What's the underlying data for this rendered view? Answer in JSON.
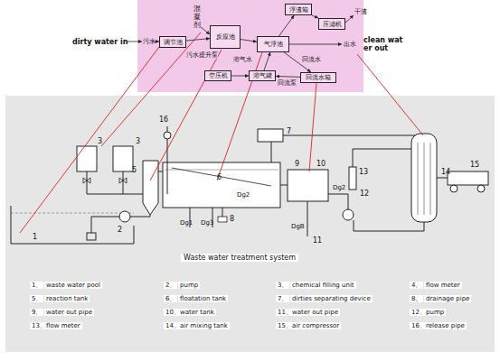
{
  "diagram": {
    "title": "Waste water treatment system",
    "nodes": [
      {
        "text": [
          "调节池"
        ]
      },
      {
        "text": [
          "反应池"
        ]
      },
      {
        "text": [
          "气浮池"
        ]
      },
      {
        "text": [
          "浮渣箱"
        ]
      },
      {
        "text": [
          "压滤机"
        ]
      },
      {
        "text": [
          "溶气罐"
        ]
      },
      {
        "text": [
          "空压机"
        ]
      },
      {
        "text": [
          "回流水箱"
        ]
      }
    ],
    "edges": [
      {
        "from": 0,
        "to": 1,
        "arrow": "to",
        "label": "污水提升泵"
      },
      {
        "from": 1,
        "to": 2,
        "arrow": "to"
      },
      {
        "from": 2,
        "to": 3,
        "arrow": "to"
      },
      {
        "from": 3,
        "to": 4,
        "arrow": "to"
      },
      {
        "from": 6,
        "to": 5,
        "arrow": "to"
      },
      {
        "from": 5,
        "to": 2,
        "arrow": "to",
        "label": "溶气水"
      },
      {
        "from": 2,
        "to": 7,
        "arrow": "to",
        "label": "回流水"
      },
      {
        "from": 7,
        "to": 5,
        "arrow": "to",
        "label": "回流泵"
      }
    ],
    "labels": [
      "dirty water in",
      "污水",
      "混凝剂",
      "干渣",
      "出水",
      "clean water out",
      "16",
      "3",
      "3",
      "5",
      "6",
      "7",
      "1",
      "2",
      "Dg1",
      "Dg3",
      "8",
      "Dg2",
      "9",
      "10",
      "Dg2",
      "13",
      "12",
      "14",
      "15",
      "DgB",
      "11",
      "1、",
      "waste water pool",
      "2、",
      "pump",
      "3、",
      "chemical filling unit",
      "4、",
      "flow meter",
      "5、",
      "reaction tank",
      "6、",
      "floatation tank",
      "7、",
      "dirties separating device",
      "8、",
      "drainage pipe",
      "9、",
      "water out pipe",
      "10、",
      "water tank",
      "11、",
      "water out pipe",
      "12、",
      "pump",
      "13、",
      "flow meter",
      "14、",
      "air mixing tank",
      "15、",
      "air compressor",
      "16、",
      "release pipe"
    ]
  }
}
